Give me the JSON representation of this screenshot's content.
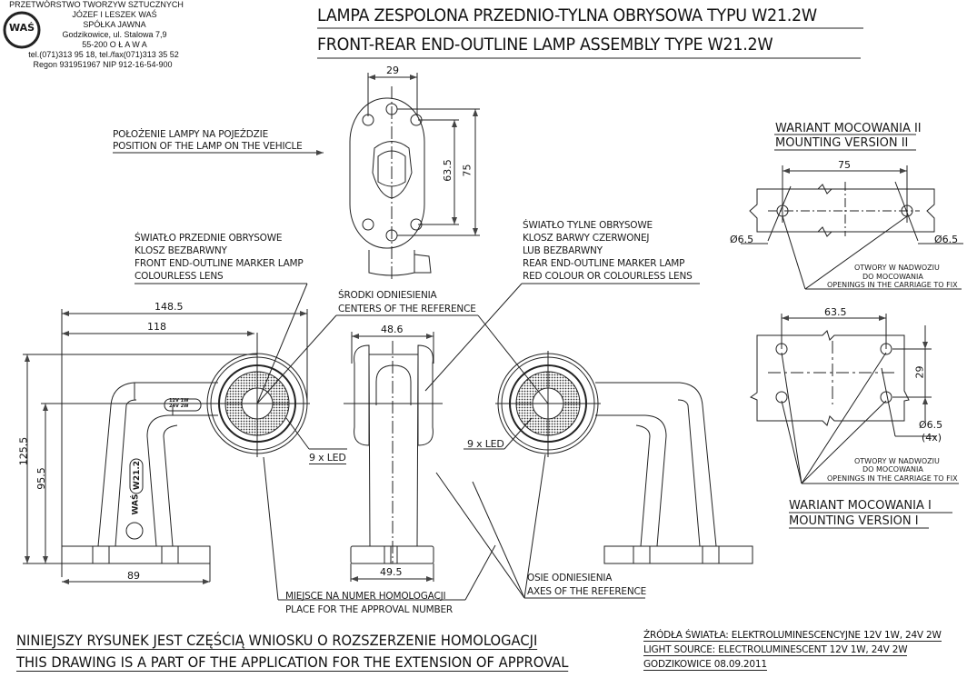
{
  "company": {
    "lines": [
      "PRZETWÓRSTWO TWORZYW SZTUCZNYCH",
      "JÓZEF I LESZEK WAŚ",
      "SPÓŁKA JAWNA",
      "Godzikowice, ul. Stalowa 7,9",
      "55-200   O Ł A W A",
      "tel.(071)313 95 18, tel./fax(071)313 35 52",
      "Regon 931951967 NIP 912-16-54-900"
    ],
    "logo_text": "WAŚ"
  },
  "title": {
    "pl": "LAMPA ZESPOLONA PRZEDNIO-TYLNA OBRYSOWA TYPU W21.2W",
    "en": "FRONT-REAR END-OUTLINE LAMP ASSEMBLY TYPE W21.2W"
  },
  "position_note": {
    "pl": "POŁOŻENIE LAMPY NA POJEŹDZIE",
    "en": "POSITION OF THE LAMP ON THE VEHICLE"
  },
  "front_lamp_note": [
    "ŚWIATŁO PRZEDNIE OBRYSOWE",
    "KLOSZ BEZBARWNY",
    "FRONT END-OUTLINE MARKER LAMP",
    "COLOURLESS LENS"
  ],
  "rear_lamp_note": [
    "ŚWIATŁO TYLNE OBRYSOWE",
    "KLOSZ BARWY CZERWONEJ",
    "LUB BEZBARWNY",
    "REAR END-OUTLINE MARKER LAMP",
    "RED COLOUR OR COLOURLESS LENS"
  ],
  "reference_centers": {
    "pl": "ŚRODKI ODNIESIENIA",
    "en": "CENTERS OF THE REFERENCE"
  },
  "reference_axes": {
    "pl": "OSIE ODNIESIENIA",
    "en": "AXES OF THE REFERENCE"
  },
  "approval_place": {
    "pl": "MIEJSCE NA NUMER HOMOLOGACJI",
    "en": "PLACE FOR THE APPROVAL NUMBER"
  },
  "led_label": "9 x LED",
  "top_view": {
    "dim_width": "29",
    "dim_inner": "63.5",
    "dim_outer": "75"
  },
  "side_view": {
    "dim_total_width": "148.5",
    "dim_center": "118",
    "dim_height_total": "125.5",
    "dim_height_center": "95.5",
    "dim_base": "89",
    "marking_was": "WAŚ",
    "marking_type": "W21.2",
    "voltage_label": [
      "12V  1W",
      "24V  2W"
    ]
  },
  "front_view": {
    "dim_top": "48.6",
    "dim_base": "49.5"
  },
  "mounting_2": {
    "title_pl": "WARIANT MOCOWANIA II",
    "title_en": "MOUNTING VERSION II",
    "dim_spacing": "75",
    "dim_hole_left": "Ø6.5",
    "dim_hole_right": "Ø6.5",
    "openings": [
      "OTWORY W NADWOZIU",
      "DO MOCOWANIA",
      "OPENINGS IN THE CARRIAGE TO FIX"
    ]
  },
  "mounting_1": {
    "title_pl": "WARIANT MOCOWANIA I",
    "title_en": "MOUNTING VERSION I",
    "dim_spacing": "63.5",
    "dim_vertical": "29",
    "dim_hole": "Ø6.5",
    "dim_count": "(4x)",
    "openings": [
      "OTWORY W NADWOZIU",
      "DO MOCOWANIA",
      "OPENINGS IN THE CARRIAGE TO FIX"
    ]
  },
  "footer": {
    "pl": "NINIEJSZY RYSUNEK JEST CZĘŚCIĄ WNIOSKU O  ROZSZERZENIE  HOMOLOGACJI",
    "en": "THIS DRAWING IS A PART OF THE APPLICATION FOR THE EXTENSION OF APPROVAL",
    "source_pl": "ŹRÓDŁA ŚWIATŁA: ELEKTROLUMINESCENCYJNE  12V  1W, 24V  2W",
    "source_en": "LIGHT SOURCE: ELECTROLUMINESCENT  12V  1W, 24V  2W",
    "place_date": "GODZIKOWICE 08.09.2011"
  }
}
